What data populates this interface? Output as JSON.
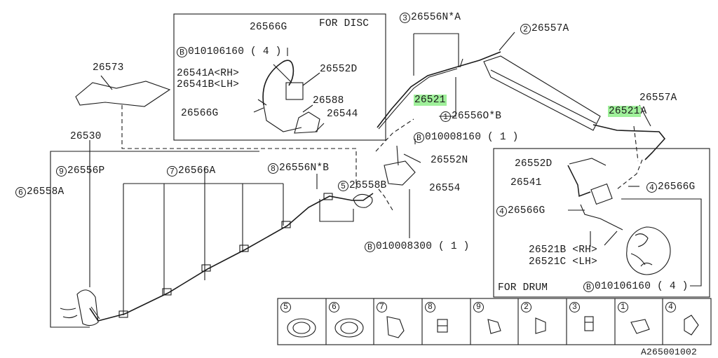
{
  "boxes": {
    "disc_title": "FOR DISC",
    "drum_title": "FOR DRUM"
  },
  "labels": {
    "l26566G_top": "26566G",
    "lB010106160_disc_code": "010106160",
    "lB010106160_disc_qty": "( 4 )",
    "l26541A": "26541A<RH>",
    "l26541B": "26541B<LH>",
    "l26552D_disc": "26552D",
    "l26588": "26588",
    "l26566G_left": "26566G",
    "l26544": "26544",
    "l26573": "26573",
    "l26530": "26530",
    "l26556NA": "26556N*A",
    "l26557A_top": "26557A",
    "l26521_a": "26521",
    "l26556O": "26556O*B",
    "l26521A": "26521",
    "l26521A_suffix": "A",
    "l26557A_right": "26557A",
    "lB010008160_code": "010008160",
    "lB010008160_qty": "( 1 )",
    "l26552N": "26552N",
    "l26556P": "26556P",
    "l26566A": "26566A",
    "l26556NB": "26556N*B",
    "l26558A": "26558A",
    "l26558B": "26558B",
    "l26554": "26554",
    "lB010008300_code": "010008300",
    "lB010008300_qty": "( 1 )",
    "l26552D_drum": "26552D",
    "l26541": "26541",
    "l26566G_drum_r": "26566G",
    "l26566G_drum_l": "26566G",
    "l26521B": "26521B <RH>",
    "l26521C": "26521C <LH>",
    "lB010106160_drum_code": "010106160",
    "lB010106160_drum_qty": "( 4 )"
  },
  "callouts": {
    "c1": "1",
    "c2": "2",
    "c3": "3",
    "c4": "4",
    "c5": "5",
    "c6": "6",
    "c7": "7",
    "c8": "8",
    "c9": "9",
    "B": "B"
  },
  "legend": [
    "5",
    "6",
    "7",
    "8",
    "9",
    "2",
    "3",
    "1",
    "4"
  ],
  "figure_id": "A265001002"
}
